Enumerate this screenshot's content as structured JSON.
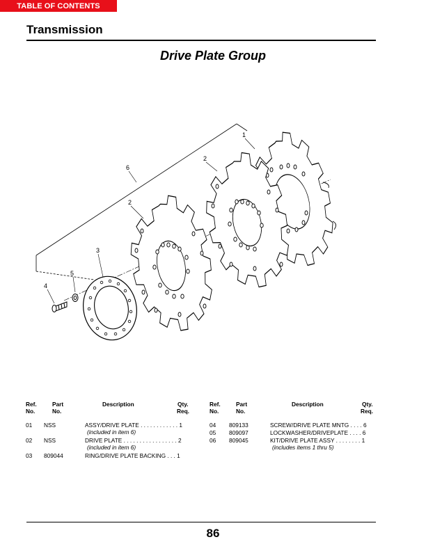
{
  "toc_button": "TABLE OF CONTENTS",
  "section_title": "Transmission",
  "group_title": "Drive Plate Group",
  "callouts": {
    "c1": "1",
    "c2a": "2",
    "c2b": "2",
    "c3": "3",
    "c4": "4",
    "c5": "5",
    "c6": "6"
  },
  "table": {
    "headers": {
      "ref": [
        "Ref.",
        "No."
      ],
      "part": [
        "Part",
        "No."
      ],
      "desc": "Description",
      "qty": [
        "Qty.",
        "Req."
      ]
    },
    "left_rows": [
      {
        "ref": "01",
        "part": "NSS",
        "desc": "ASSY/DRIVE PLATE . . . . . . . . . . . . 1",
        "note": "(included in item 6)"
      },
      {
        "ref": "02",
        "part": "NSS",
        "desc": "DRIVE PLATE . . . . . . . . . . . . . . . . . 2",
        "note": "(included in item 6)"
      },
      {
        "ref": "03",
        "part": "809044",
        "desc": "RING/DRIVE PLATE BACKING  . . . 1",
        "note": ""
      }
    ],
    "right_rows": [
      {
        "ref": "04",
        "part": "809133",
        "desc": "SCREW/DRIVE PLATE MNTG . . . . 6",
        "note": ""
      },
      {
        "ref": "05",
        "part": "809097",
        "desc": "LOCKWASHER/DRIVEPLATE  . . . . 6",
        "note": ""
      },
      {
        "ref": "06",
        "part": "809045",
        "desc": "KIT/DRIVE PLATE ASSY  . . . . . . . . 1",
        "note": "(includes items 1 thru 5)"
      }
    ]
  },
  "page_number": "86"
}
